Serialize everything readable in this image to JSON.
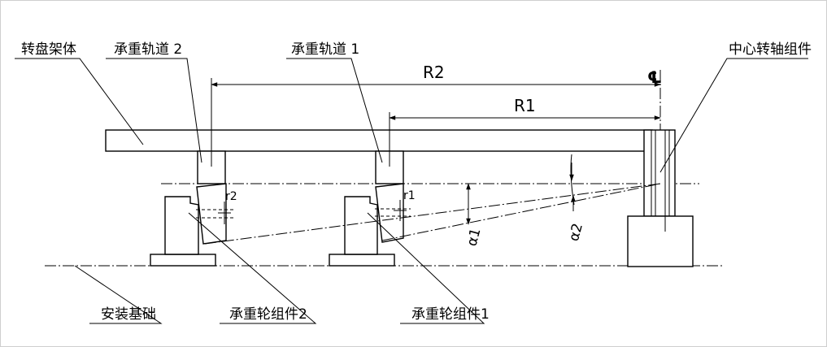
{
  "labels": {
    "turntable_frame": "转盘架体",
    "track_2": "承重轨道 2",
    "track_1": "承重轨道 1",
    "center_shaft": "中心转轴组件",
    "foundation": "安装基础",
    "wheel_assembly_2": "承重轮组件2",
    "wheel_assembly_1": "承重轮组件1"
  },
  "dimensions": {
    "R2": "R2",
    "R1": "R1",
    "r2": "r2",
    "r1": "r1",
    "alpha1": "α1",
    "alpha2": "α2"
  },
  "symbols": {
    "center_mark": "℄"
  }
}
